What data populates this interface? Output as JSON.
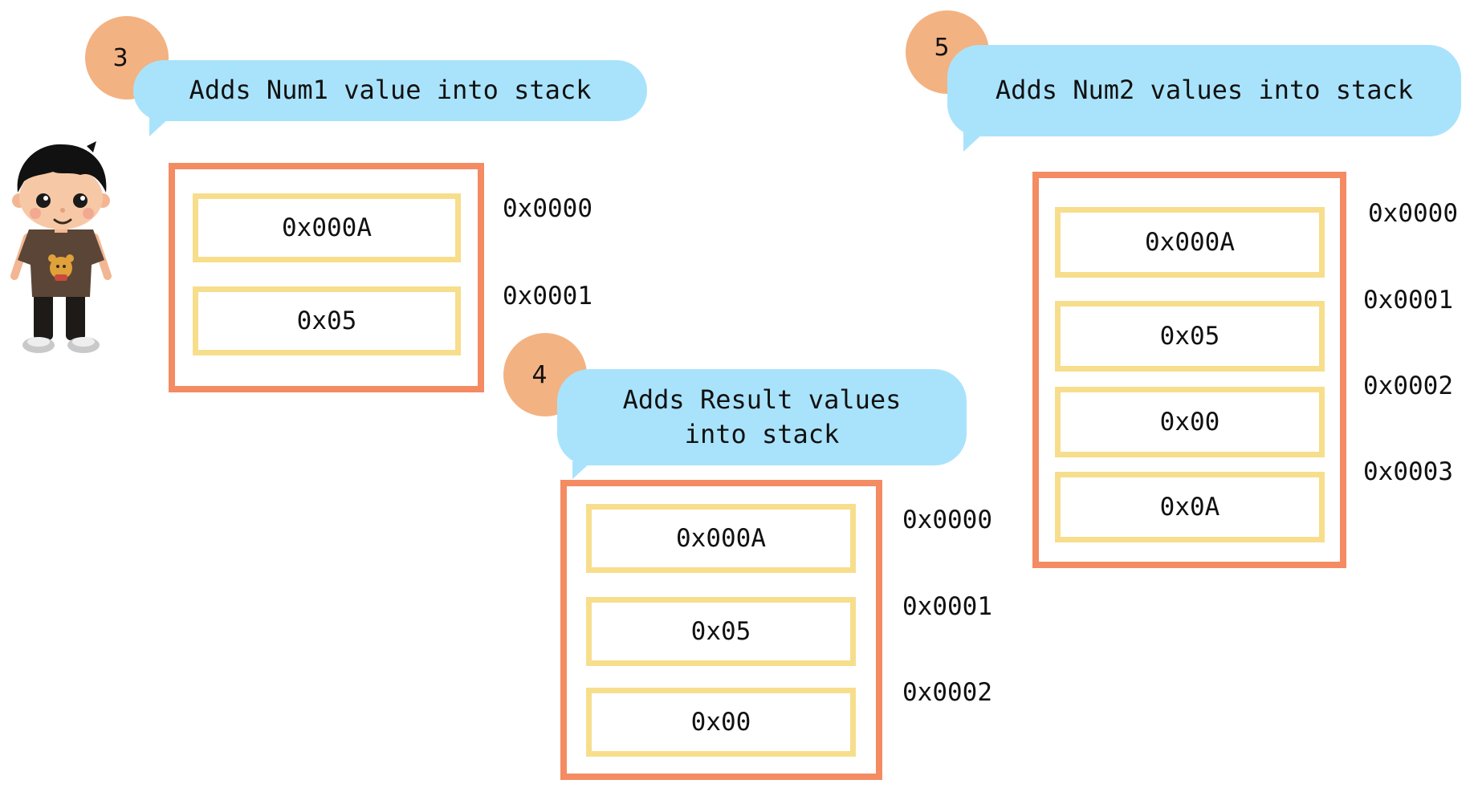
{
  "steps": {
    "step3": {
      "number": "3",
      "caption": "Adds Num1 value into stack",
      "cells": [
        "0x000A",
        "0x05"
      ],
      "addresses": [
        "0x0000",
        "0x0001"
      ]
    },
    "step4": {
      "number": "4",
      "caption": "Adds Result values into stack",
      "cells": [
        "0x000A",
        "0x05",
        "0x00"
      ],
      "addresses": [
        "0x0000",
        "0x0001",
        "0x0002"
      ]
    },
    "step5": {
      "number": "5",
      "caption": "Adds Num2 values into stack",
      "cells": [
        "0x000A",
        "0x05",
        "0x00",
        "0x0A"
      ],
      "addresses": [
        "0x0000",
        "0x0001",
        "0x0002",
        "0x0003"
      ]
    }
  },
  "colors": {
    "bubble": "#a9e3fb",
    "step_circle": "#f3b282",
    "stack_border": "#f48b63",
    "cell_border": "#f7de8c"
  },
  "icons": {
    "character": "boy-character-illustration"
  }
}
